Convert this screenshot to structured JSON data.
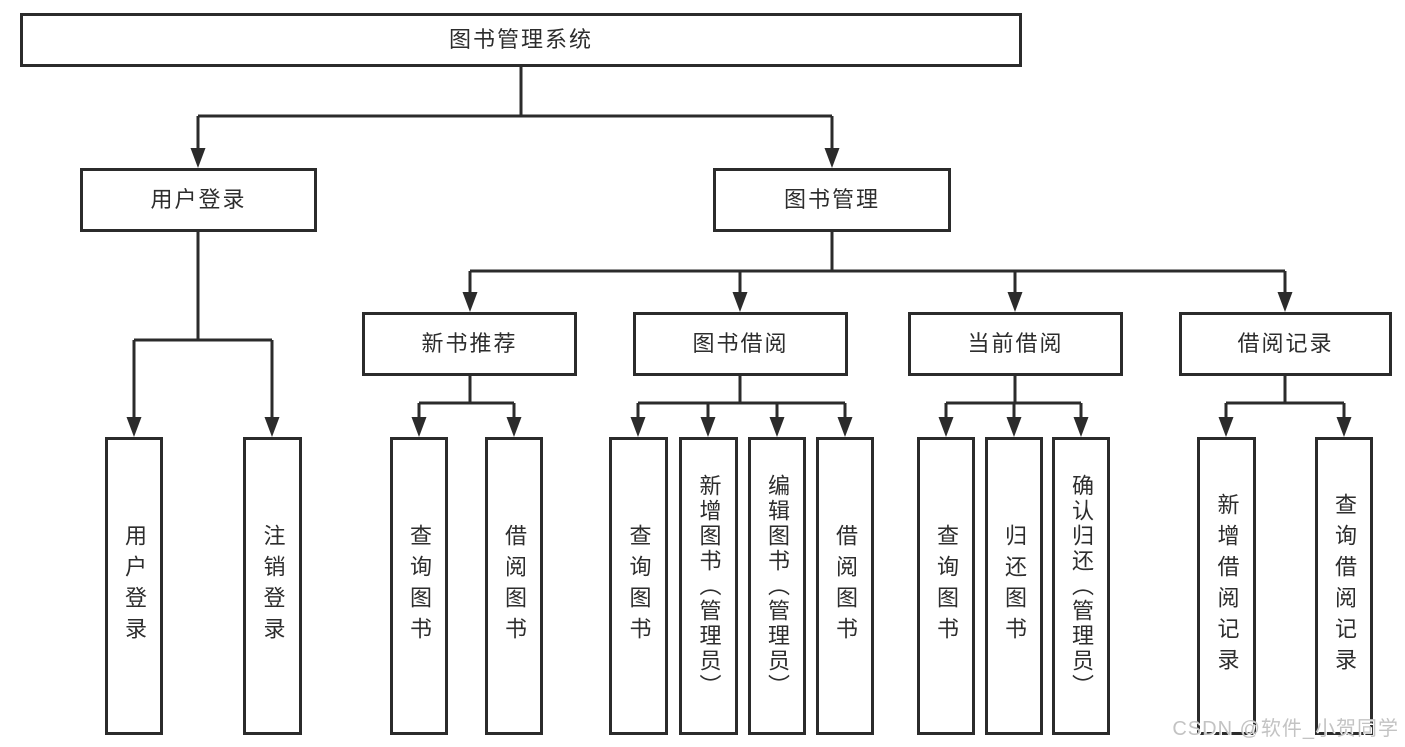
{
  "diagram": {
    "title": "图书管理系统",
    "root": {
      "label": "图书管理系统"
    },
    "level2": [
      {
        "label": "用户登录"
      },
      {
        "label": "图书管理"
      }
    ],
    "level3": [
      {
        "label": "新书推荐"
      },
      {
        "label": "图书借阅"
      },
      {
        "label": "当前借阅"
      },
      {
        "label": "借阅记录"
      }
    ],
    "leaves": [
      {
        "label": "用户登录",
        "parent": "用户登录"
      },
      {
        "label": "注销登录",
        "parent": "用户登录"
      },
      {
        "label": "查询图书",
        "parent": "新书推荐"
      },
      {
        "label": "借阅图书",
        "parent": "新书推荐"
      },
      {
        "label": "查询图书",
        "parent": "图书借阅"
      },
      {
        "label": "新增图书（管理员）",
        "parent": "图书借阅"
      },
      {
        "label": "编辑图书（管理员）",
        "parent": "图书借阅"
      },
      {
        "label": "借阅图书",
        "parent": "图书借阅"
      },
      {
        "label": "查询图书",
        "parent": "当前借阅"
      },
      {
        "label": "归还图书",
        "parent": "当前借阅"
      },
      {
        "label": "确认归还（管理员）",
        "parent": "当前借阅"
      },
      {
        "label": "新增借阅记录",
        "parent": "借阅记录"
      },
      {
        "label": "查询借阅记录",
        "parent": "借阅记录"
      }
    ]
  },
  "watermark": {
    "text": "CSDN @软件_小贺同学"
  },
  "colors": {
    "line": "#2b2b2b",
    "box_border": "#2b2b2b",
    "text": "#2d2d2d",
    "background": "#ffffff",
    "watermark_text": "#c3c3c3"
  }
}
